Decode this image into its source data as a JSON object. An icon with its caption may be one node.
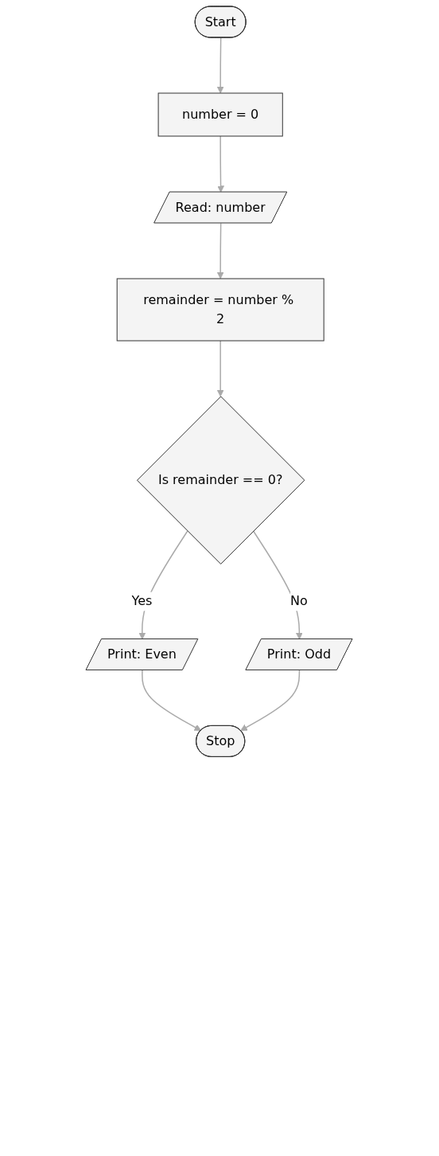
{
  "diagram": {
    "nodes": [
      {
        "text": [
          "Start"
        ]
      },
      {
        "text": [
          "number = 0"
        ]
      },
      {
        "text": [
          "Read: number"
        ]
      },
      {
        "text": [
          "remainder = number % 2"
        ]
      },
      {
        "text": [
          "Is remainder == 0?"
        ]
      },
      {
        "text": [
          "Print: Even"
        ]
      },
      {
        "text": [
          "Print: Odd"
        ]
      },
      {
        "text": [
          "Stop"
        ]
      }
    ],
    "edges": [
      {
        "from": 0,
        "to": 1,
        "arrow": "to"
      },
      {
        "from": 1,
        "to": 2,
        "arrow": "to"
      },
      {
        "from": 2,
        "to": 3,
        "arrow": "to"
      },
      {
        "from": 3,
        "to": 4,
        "arrow": "to"
      },
      {
        "from": 4,
        "to": 5,
        "arrow": "to",
        "label": "Yes"
      },
      {
        "from": 4,
        "to": 6,
        "arrow": "to",
        "label": "No"
      },
      {
        "from": 5,
        "to": 7,
        "arrow": "to"
      },
      {
        "from": 6,
        "to": 7,
        "arrow": "to"
      }
    ]
  }
}
